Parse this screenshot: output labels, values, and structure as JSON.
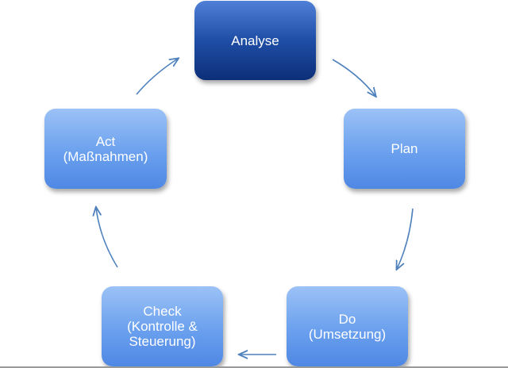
{
  "diagram": {
    "nodes": {
      "analyse": {
        "lines": [
          "Analyse"
        ]
      },
      "plan": {
        "lines": [
          "Plan"
        ]
      },
      "do": {
        "lines": [
          "Do",
          "(Umsetzung)"
        ]
      },
      "check": {
        "lines": [
          "Check",
          "(Kontrolle &",
          "Steuerung)"
        ]
      },
      "act": {
        "lines": [
          "Act",
          "(Maßnahmen)"
        ]
      }
    },
    "colors": {
      "node_light": "#6aa0ee",
      "node_dark": "#1f4ea6",
      "arrow": "#4f81bd",
      "text": "#ffffff"
    }
  }
}
